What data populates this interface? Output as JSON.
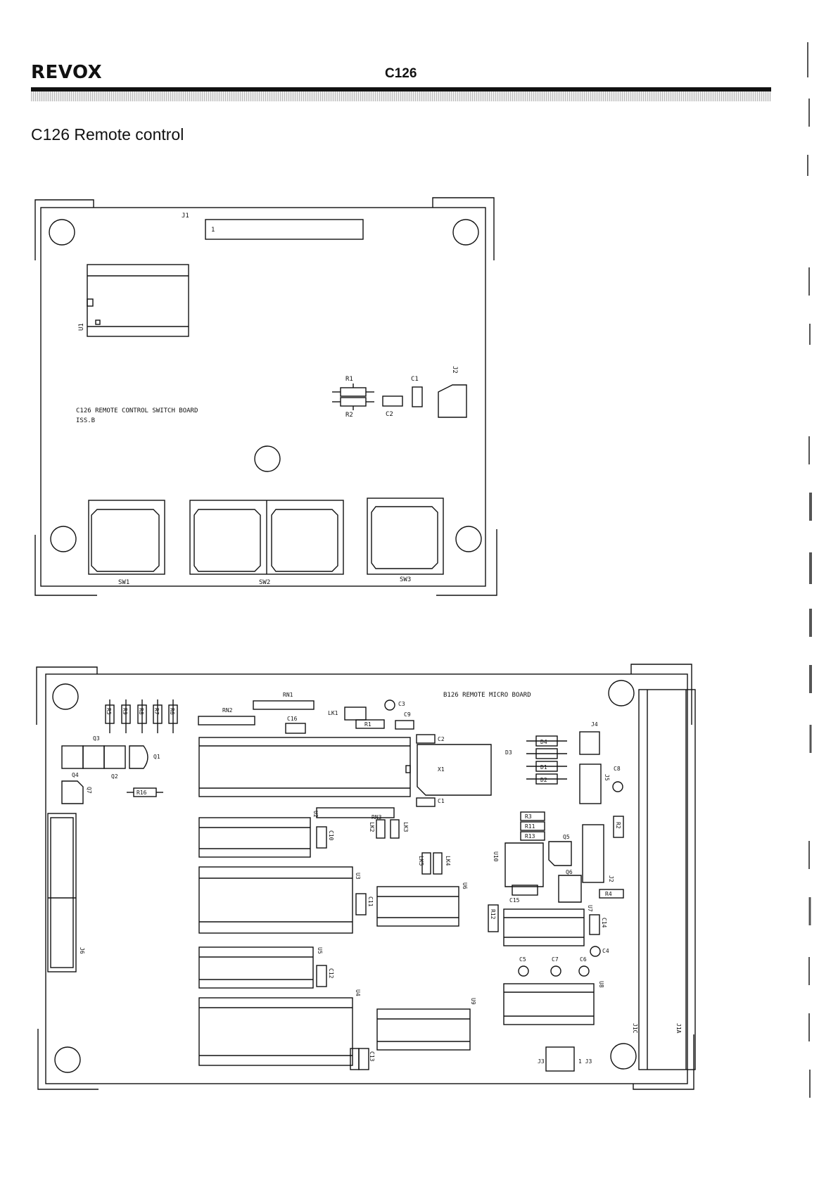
{
  "header": {
    "brand": "REVOX",
    "model": "C126"
  },
  "page_title": "C126 Remote control",
  "switch_board": {
    "label_line1": "C126 REMOTE CONTROL SWITCH BOARD",
    "label_line2": "ISS.B",
    "refs": {
      "j1": "J1",
      "pin1": "1",
      "u1": "U1",
      "r1": "R1",
      "r2": "R2",
      "c1": "C1",
      "c2": "C2",
      "j2": "J2",
      "sw1": "SW1",
      "sw2": "SW2",
      "sw3": "SW3"
    }
  },
  "micro_board": {
    "label": "B126 REMOTE MICRO BOARD",
    "refs": {
      "r5": "R5",
      "r9": "R9",
      "r8": "R8",
      "r7": "R7",
      "r6": "R6",
      "q3": "Q3",
      "q1": "Q1",
      "q2": "Q2",
      "q4": "Q4",
      "q7": "Q7",
      "r16": "R16",
      "rn1": "RN1",
      "rn2": "RN2",
      "rn3": "RN3",
      "c16": "C16",
      "lk1": "LK1",
      "r1": "R1",
      "c3": "C3",
      "c9": "C9",
      "c2": "C2",
      "x1": "X1",
      "c1": "C1",
      "d4": "D4",
      "d1": "D1",
      "d2": "D2",
      "d3": "D3",
      "j4": "J4",
      "c8": "C8",
      "j5": "J5",
      "r2": "R2",
      "r3": "R3",
      "r11": "R11",
      "r13": "R13",
      "q5": "Q5",
      "q6": "Q6",
      "u10": "U10",
      "c15": "C15",
      "r4": "R4",
      "j2": "J2",
      "u2": "U2",
      "lk2": "LK2",
      "lk3": "LK3",
      "c10": "C10",
      "lk4": "LK4",
      "lk5": "LK5",
      "u3": "U3",
      "u6": "U6",
      "c11": "C11",
      "r12": "R12",
      "u7": "U7",
      "c14": "C14",
      "c4": "C4",
      "c5": "C5",
      "c7": "C7",
      "c6": "C6",
      "u5": "U5",
      "c12": "C12",
      "u4": "U4",
      "u8": "U8",
      "u9": "U9",
      "c13": "C13",
      "j6": "J6",
      "j1c": "J1C",
      "j1a": "J1A",
      "j3": "J3",
      "j3pin": "1 J3"
    }
  }
}
